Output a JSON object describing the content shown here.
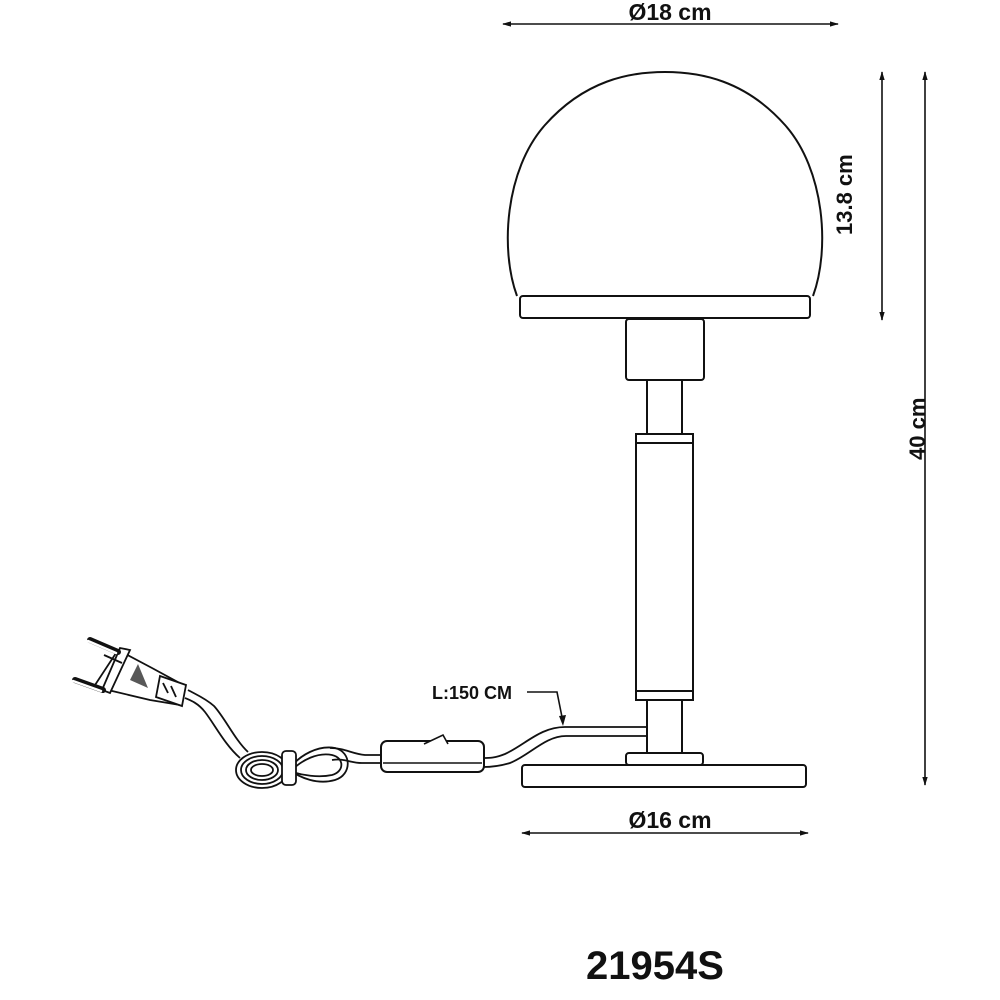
{
  "product": {
    "model_number": "21954S",
    "type_description": "table lamp technical dimension drawing"
  },
  "dimensions": {
    "shade_diameter": "Ø18 cm",
    "shade_height": "13.8 cm",
    "total_height": "40 cm",
    "base_diameter": "Ø16 cm",
    "cord_length": "L:150 CM"
  },
  "colors": {
    "line": "#111111",
    "background": "#ffffff"
  },
  "parts": [
    "glass-dome-shade",
    "shade-rim",
    "socket-holder",
    "upper-stem",
    "stem-tube",
    "lower-stem",
    "base-collar",
    "base-plate",
    "power-cord",
    "inline-switch",
    "coiled-cord",
    "euro-plug"
  ]
}
